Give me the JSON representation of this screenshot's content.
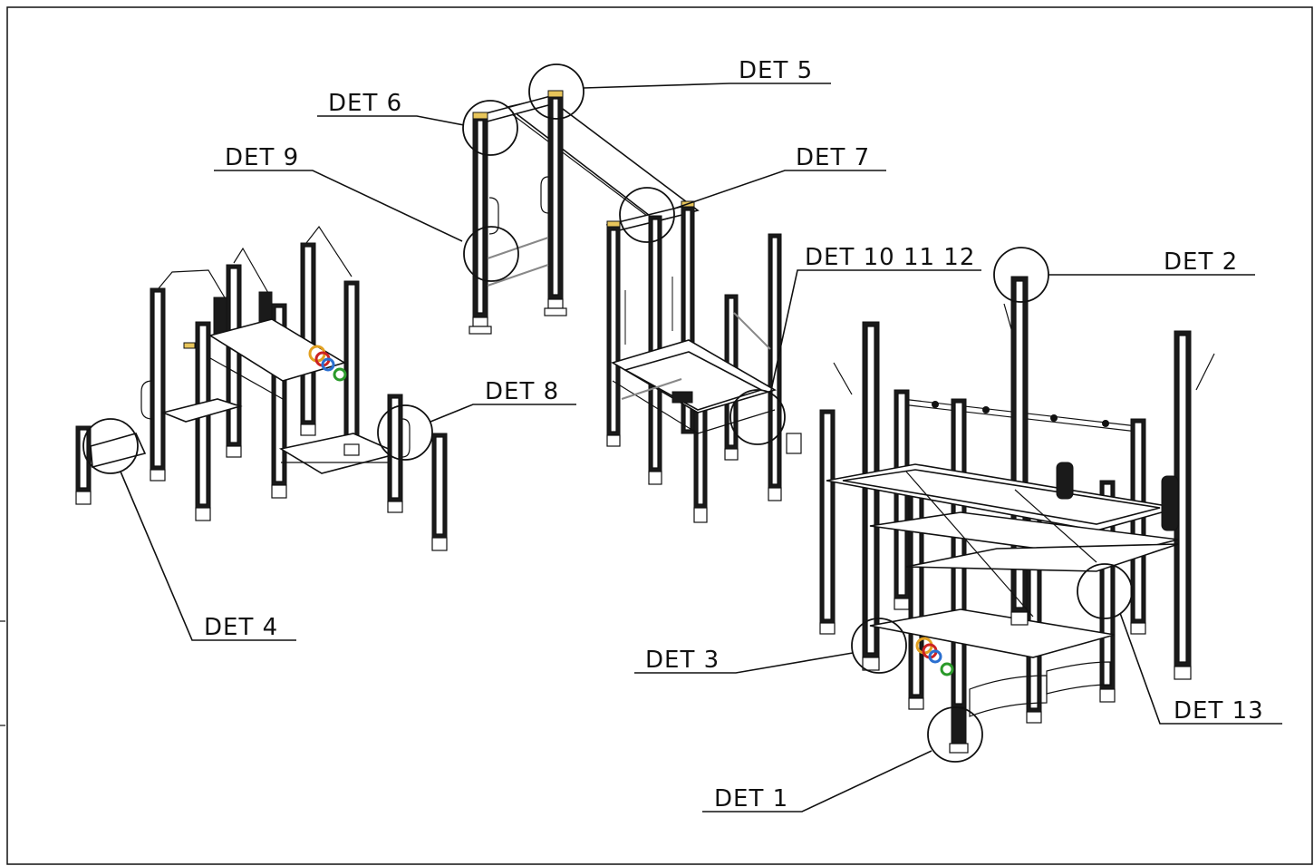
{
  "drawing": {
    "callouts": [
      {
        "id": "det5",
        "text": "DET 5"
      },
      {
        "id": "det6",
        "text": "DET 6"
      },
      {
        "id": "det9",
        "text": "DET 9"
      },
      {
        "id": "det7",
        "text": "DET 7"
      },
      {
        "id": "det10",
        "text": "DET 10 11 12"
      },
      {
        "id": "det2",
        "text": "DET 2"
      },
      {
        "id": "det8",
        "text": "DET 8"
      },
      {
        "id": "det4",
        "text": "DET 4"
      },
      {
        "id": "det3",
        "text": "DET 3"
      },
      {
        "id": "det13",
        "text": "DET 13"
      },
      {
        "id": "det1",
        "text": "DET 1"
      }
    ]
  }
}
